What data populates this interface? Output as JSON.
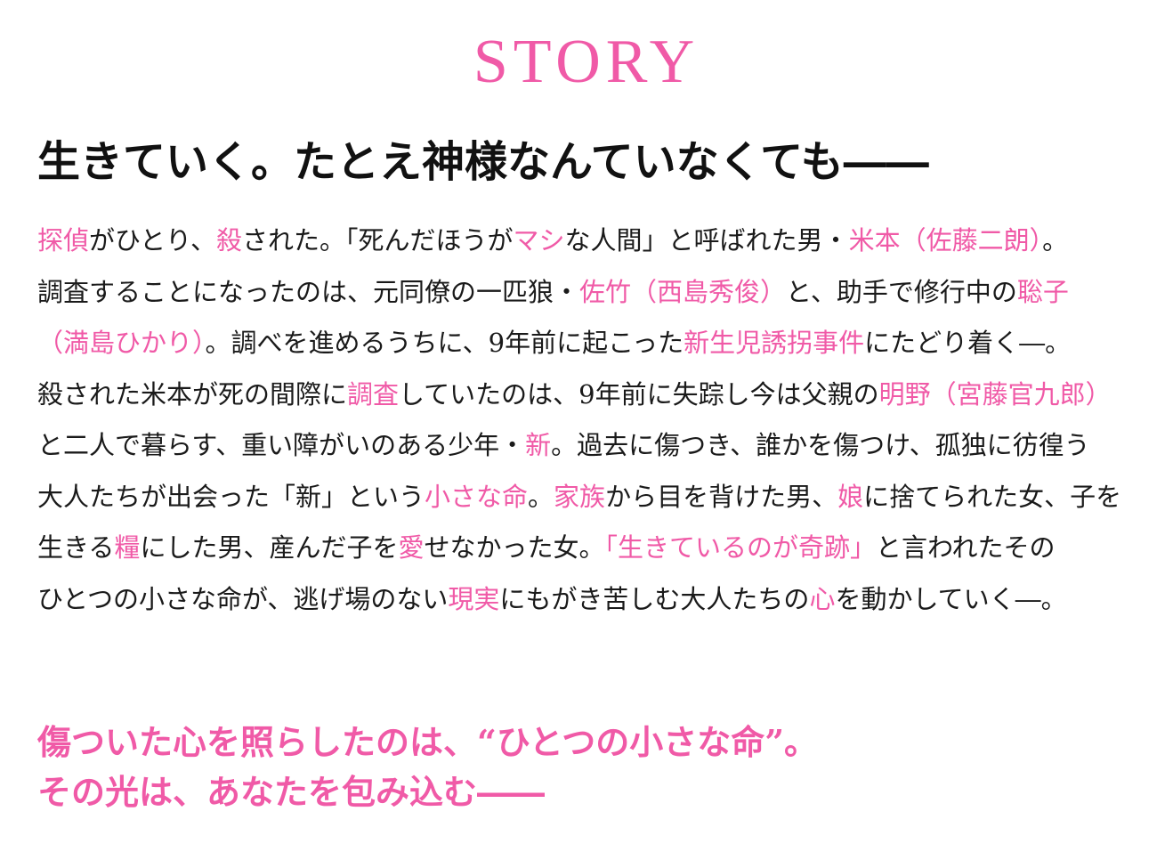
{
  "section_title": "STORY",
  "headline": "生きていく。たとえ神様なんていなくても――",
  "body_lines": [
    [
      {
        "text": "探偵",
        "hl": true
      },
      {
        "text": "がひとり、",
        "hl": false
      },
      {
        "text": "殺",
        "hl": true
      },
      {
        "text": "された。「死んだほうが",
        "hl": false
      },
      {
        "text": "マシ",
        "hl": true
      },
      {
        "text": "な人間」と呼ばれた男・",
        "hl": false
      },
      {
        "text": "米本（佐藤二朗）",
        "hl": true
      },
      {
        "text": "。",
        "hl": false
      }
    ],
    [
      {
        "text": "調査することになったのは、元同僚の一匹狼・",
        "hl": false
      },
      {
        "text": "佐竹（西島秀俊）",
        "hl": true
      },
      {
        "text": "と、助手で修行中の",
        "hl": false
      },
      {
        "text": "聡子",
        "hl": true
      }
    ],
    [
      {
        "text": "（満島ひかり）",
        "hl": true
      },
      {
        "text": "。調べを進めるうちに、9年前に起こった",
        "hl": false
      },
      {
        "text": "新生児誘拐事件",
        "hl": true
      },
      {
        "text": "にたどり着く―。",
        "hl": false
      }
    ],
    [
      {
        "text": "殺された米本が死の間際に",
        "hl": false
      },
      {
        "text": "調査",
        "hl": true
      },
      {
        "text": "していたのは、9年前に失踪し今は父親の",
        "hl": false
      },
      {
        "text": "明野（宮藤官九郎）",
        "hl": true
      }
    ],
    [
      {
        "text": "と二人で暮らす、重い障がいのある少年・",
        "hl": false
      },
      {
        "text": "新",
        "hl": true
      },
      {
        "text": "。過去に傷つき、誰かを傷つけ、孤独に彷徨う",
        "hl": false
      }
    ],
    [
      {
        "text": "大人たちが出会った「新」という",
        "hl": false
      },
      {
        "text": "小さな命",
        "hl": true
      },
      {
        "text": "。",
        "hl": false
      },
      {
        "text": "家族",
        "hl": true
      },
      {
        "text": "から目を背けた男、",
        "hl": false
      },
      {
        "text": "娘",
        "hl": true
      },
      {
        "text": "に捨てられた女、子を",
        "hl": false
      }
    ],
    [
      {
        "text": "生きる",
        "hl": false
      },
      {
        "text": "糧",
        "hl": true
      },
      {
        "text": "にした男、産んだ子を",
        "hl": false
      },
      {
        "text": "愛",
        "hl": true
      },
      {
        "text": "せなかった女。",
        "hl": false
      },
      {
        "text": "「生きているのが奇跡」",
        "hl": true
      },
      {
        "text": "と言われたその",
        "hl": false
      }
    ],
    [
      {
        "text": "ひとつの小さな命が、逃げ場のない",
        "hl": false
      },
      {
        "text": "現実",
        "hl": true
      },
      {
        "text": "にもがき苦しむ大人たちの",
        "hl": false
      },
      {
        "text": "心",
        "hl": true
      },
      {
        "text": "を動かしていく―。",
        "hl": false
      }
    ]
  ],
  "closing_lines": [
    "傷ついた心を照らしたのは、“ひとつの小さな命”。",
    "その光は、あなたを包み込む――"
  ],
  "colors": {
    "accent": "#f05aa7",
    "text": "#1a1a1a"
  }
}
